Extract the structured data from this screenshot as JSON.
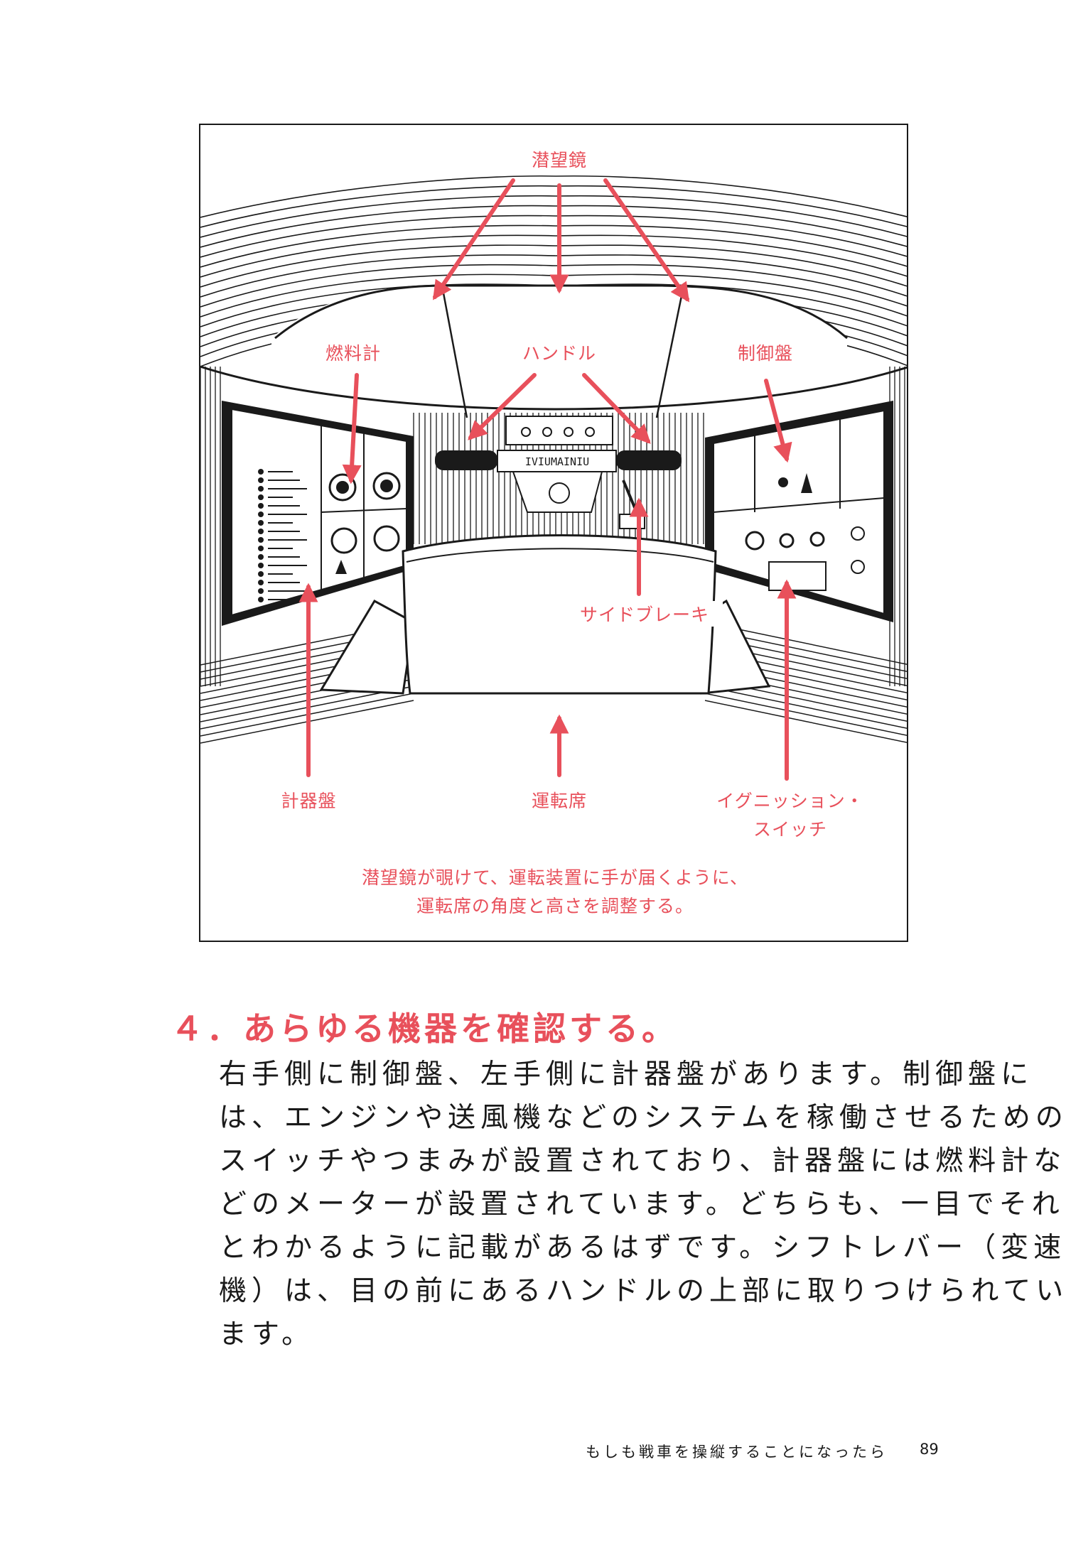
{
  "figure": {
    "labels": {
      "periscope": "潜望鏡",
      "fuel_gauge": "燃料計",
      "handle": "ハンドル",
      "control_panel": "制御盤",
      "side_brake": "サイドブレーキ",
      "instrument_panel": "計器盤",
      "driver_seat": "運転席",
      "ignition_line1": "イグニッション・",
      "ignition_line2": "スイッチ"
    },
    "caption_line1": "潜望鏡が覗けて、運転装置に手が届くように、",
    "caption_line2": "運転席の角度と高さを調整する。",
    "panel_display_text": "IVIUMAINIU"
  },
  "section": {
    "heading": "４．あらゆる機器を確認する。",
    "body_lines": [
      "右手側に制御盤、左手側に計器盤があります。制御盤に",
      "は、エンジンや送風機などのシステムを稼働させるための",
      "スイッチやつまみが設置されており、計器盤には燃料計な",
      "どのメーターが設置されています。どちらも、一目でそれ",
      "とわかるように記載があるはずです。シフトレバー（変速",
      "機）は、目の前にあるハンドルの上部に取りつけられてい",
      "ます。"
    ]
  },
  "footer": {
    "book_title": "もしも戦車を操縦することになったら",
    "page_number": "89"
  },
  "colors": {
    "accent": "#e8505b",
    "ink": "#1a1a1a"
  }
}
